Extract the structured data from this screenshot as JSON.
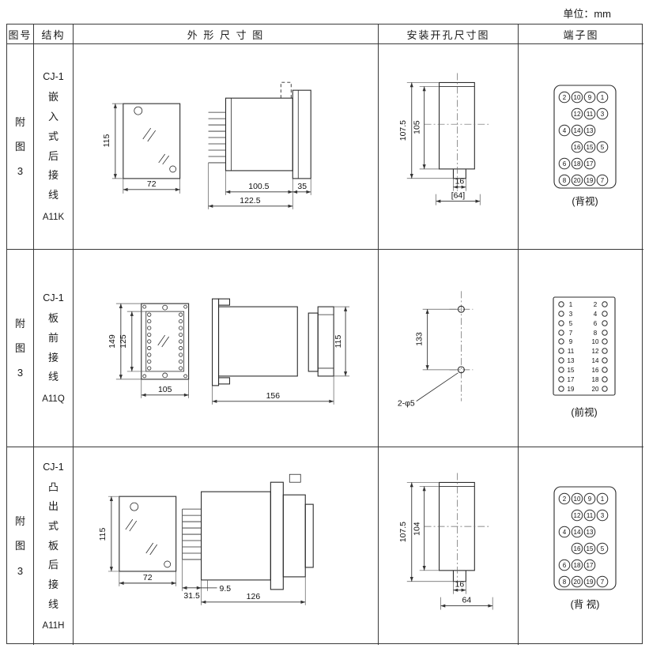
{
  "page": {
    "unit": "单位：mm"
  },
  "table": {
    "headers": [
      "图号",
      "结构",
      "外 形 尺 寸 图",
      "安装开孔尺寸图",
      "端子图"
    ],
    "rows": [
      {
        "fig": "附图3",
        "model": "CJ-1",
        "desc": "嵌入式后接线",
        "code": "A11K",
        "outline": {
          "h": "115",
          "w": "72",
          "d1": "100.5",
          "d2": "122.5",
          "d3": "35"
        },
        "mount": {
          "v1": "107.5",
          "v2": "105",
          "b1": "16",
          "b2": "[64]"
        },
        "terminals": [
          "2",
          "10",
          "9",
          "1",
          "12",
          "11",
          "3",
          "4",
          "14",
          "13",
          "16",
          "15",
          "5",
          "6",
          "18",
          "17",
          "8",
          "20",
          "19",
          "7"
        ],
        "view": "(背视)"
      },
      {
        "fig": "附图3",
        "model": "CJ-1",
        "desc": "板前接线",
        "code": "A11Q",
        "outline": {
          "h1": "149",
          "h2": "125",
          "w": "105",
          "d": "156",
          "sh": "115"
        },
        "mount": {
          "v": "133",
          "holes": "2-φ5"
        },
        "terminals_left": [
          "1",
          "3",
          "5",
          "7",
          "9",
          "11",
          "13",
          "15",
          "17",
          "19"
        ],
        "terminals_right": [
          "2",
          "4",
          "6",
          "8",
          "10",
          "12",
          "14",
          "16",
          "18",
          "20"
        ],
        "view": "(前视)"
      },
      {
        "fig": "附图3",
        "model": "CJ-1",
        "desc": "凸出式板后接线",
        "code": "A11H",
        "outline": {
          "h": "115",
          "w": "72",
          "d1": "31.5",
          "d2": "9.5",
          "d3": "126"
        },
        "mount": {
          "v1": "107.5",
          "v2": "104",
          "b1": "16",
          "b2": "64"
        },
        "terminals": [
          "2",
          "10",
          "9",
          "1",
          "12",
          "11",
          "3",
          "4",
          "14",
          "13",
          "16",
          "15",
          "5",
          "6",
          "18",
          "17",
          "8",
          "20",
          "19",
          "7"
        ],
        "view": "(背 视)"
      }
    ]
  }
}
